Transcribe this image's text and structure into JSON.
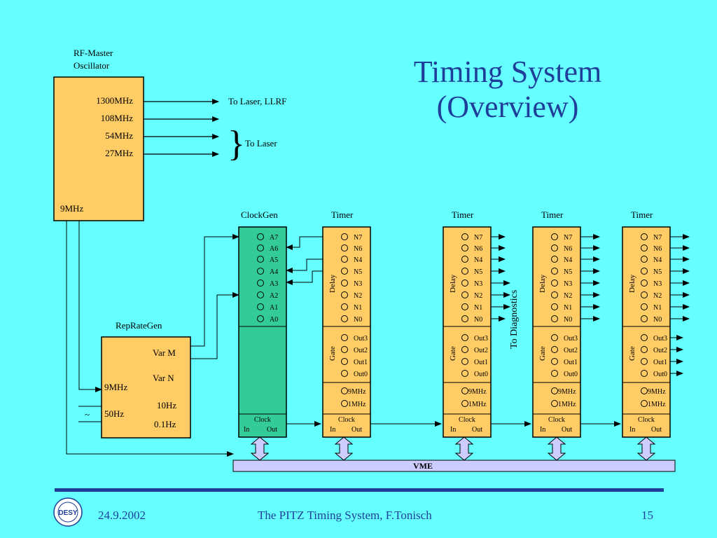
{
  "slide": {
    "title_line1": "Timing System",
    "title_line2": "(Overview)",
    "footer_date": "24.9.2002",
    "footer_center": "The PITZ Timing System, F.Tonisch",
    "footer_page": "15",
    "logo_text": "DESY"
  },
  "oscillator": {
    "label_line1": "RF-Master",
    "label_line2": "Oscillator",
    "freqs": [
      "1300MHz",
      "108MHz",
      "54MHz",
      "27MHz"
    ],
    "low_freq": "9MHz"
  },
  "outputs": {
    "laser_llrf": "To Laser, LLRF",
    "laser": "To Laser",
    "brace": "}"
  },
  "repgen": {
    "label": "RepRateGen",
    "var_m": "Var M",
    "var_n": "Var N",
    "in_9": "9MHz",
    "in_50": "50Hz",
    "out_10": "10Hz",
    "out_01": "0.1Hz",
    "tilde": "~"
  },
  "clockgen": {
    "label": "ClockGen",
    "channels": [
      "A7",
      "A6",
      "A5",
      "A4",
      "A3",
      "A2",
      "A1",
      "A0"
    ],
    "clock": "Clock",
    "in": "In",
    "out": "Out"
  },
  "timer": {
    "label": "Timer",
    "delay": "Delay",
    "gate": "Gate",
    "n_channels": [
      "N7",
      "N6",
      "N4",
      "N5",
      "N3",
      "N2",
      "N1",
      "N0"
    ],
    "outs": [
      "Out3",
      "Out2",
      "Out1",
      "Out0"
    ],
    "clk": [
      "9MHz",
      "1MHz"
    ],
    "clock": "Clock",
    "in": "In",
    "out": "Out"
  },
  "diagnostics": "To Diagnostics",
  "vme": "VME",
  "colors": {
    "background": "#66ffff",
    "module_fill": "#ffcc66",
    "clockgen_fill": "#33cc99",
    "vme_fill": "#ccccff",
    "title_blue": "#1f3e99"
  }
}
